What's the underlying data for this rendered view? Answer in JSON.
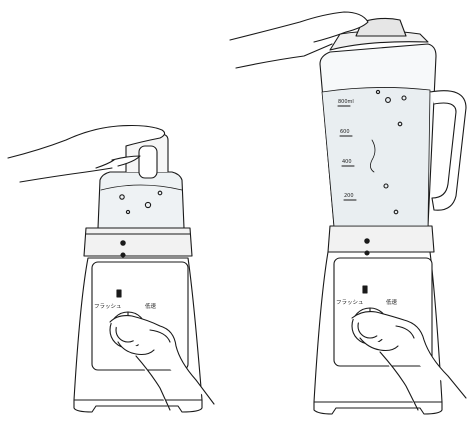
{
  "left_blender": {
    "dial_left_label": "フラッシュ",
    "dial_right_label": "低速"
  },
  "right_blender": {
    "dial_left_label": "フラッシュ",
    "dial_right_label": "低速",
    "scale": {
      "mark_top": "800ml",
      "mark_2": "600",
      "mark_3": "400",
      "mark_4": "200"
    }
  }
}
